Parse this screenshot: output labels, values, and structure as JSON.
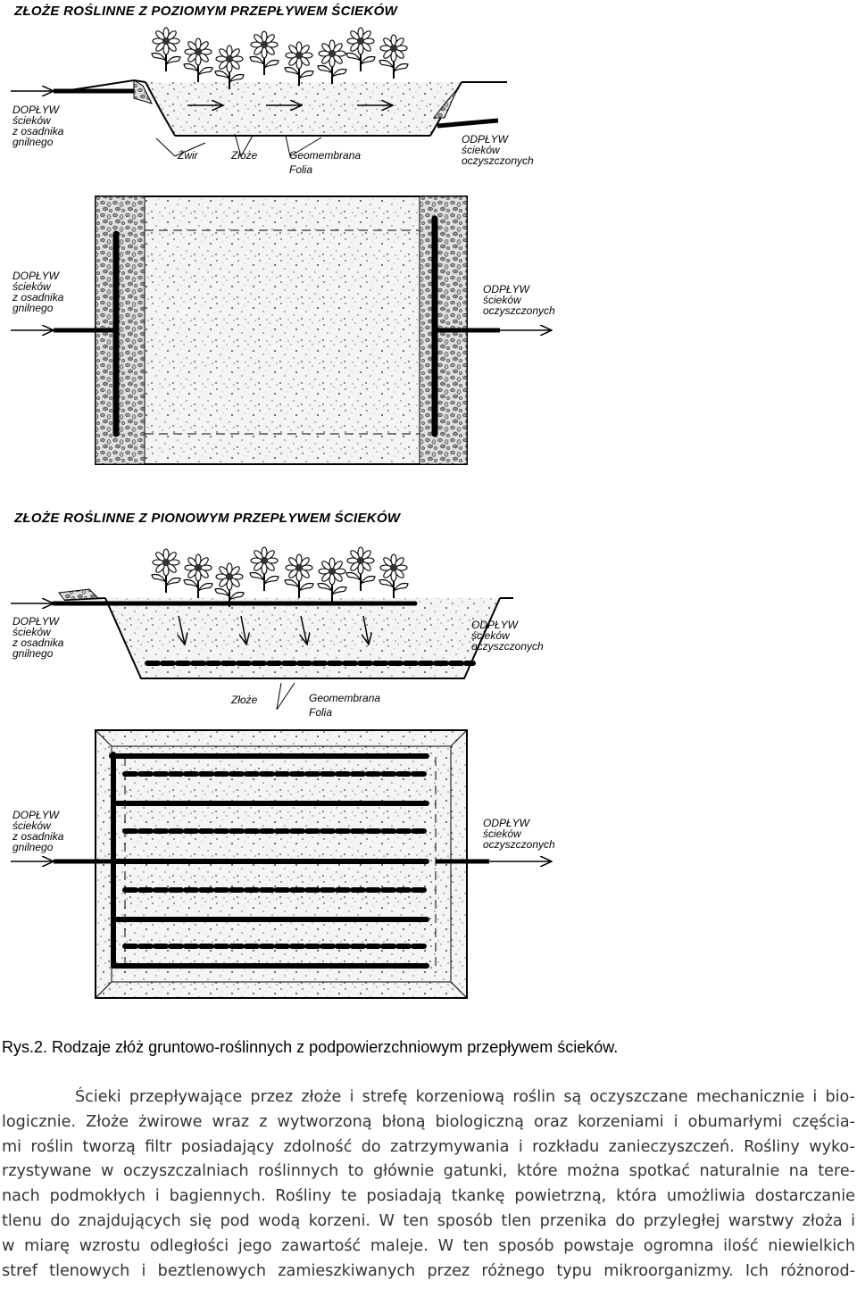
{
  "figure1": {
    "title": "ZŁOŻE ROŚLINNE Z POZIOMYM PRZEPŁYWEM ŚCIEKÓW",
    "inflow_section": [
      "DOPŁYW",
      "ścieków",
      "z osadnika",
      "gnilnego"
    ],
    "outflow_section": [
      "ODPŁYW",
      "ścieków",
      "oczyszczonych"
    ],
    "inflow_plan": [
      "DOPŁYW",
      "ścieków",
      "z osadnika",
      "gnilnego"
    ],
    "outflow_plan": [
      "ODPŁYW",
      "ścieków",
      "oczyszczonych"
    ],
    "label_zwir": "Żwir",
    "label_zloze": "Złoże",
    "label_geomembrana": "Geomembrana",
    "label_folia": "Folia"
  },
  "figure2": {
    "title": "ZŁOŻE ROŚLINNE Z PIONOWYM PRZEPŁYWEM ŚCIEKÓW",
    "inflow_section": [
      "DOPŁYW",
      "ścieków",
      "z osadnika",
      "gnilnego"
    ],
    "outflow_section": [
      "ODPŁYW",
      "ścieków",
      "oczyszczonych"
    ],
    "inflow_plan": [
      "DOPŁYW",
      "ścieków",
      "z osadnika",
      "gnilnego"
    ],
    "outflow_plan": [
      "ODPŁYW",
      "ścieków",
      "oczyszczonych"
    ],
    "label_zloze": "Złoże",
    "label_geomembrana": "Geomembrana",
    "label_folia": "Folia"
  },
  "caption": "Rys.2. Rodzaje złóż gruntowo-roślinnych z podpowierzchniowym przepływem ścieków.",
  "paragraph_lines": [
    "Ścieki przepływające przez złoże i strefę korzeniową roślin są oczyszczane mechanicznie i bio-",
    "logicznie. Złoże żwirowe wraz z wytworzoną błoną biologiczną oraz korzeniami i obumarłymi częścia-",
    "mi roślin tworzą filtr posiadający zdolność do zatrzymywania i rozkładu zanieczyszczeń. Rośliny wyko-",
    "rzystywane w oczyszczalniach roślinnych to głównie gatunki, które można spotkać naturalnie na tere-",
    "nach podmokłych i bagiennych. Rośliny te posiadają tkankę powietrzną, która umożliwia dostarczanie",
    "tlenu do znajdujących się pod wodą korzeni. W ten sposób tlen przenika do przyległej warstwy złoża i",
    "w miarę wzrostu odległości jego zawartość maleje. W ten sposób powstaje ogromna ilość niewielkich",
    "stref tlenowych i beztlenowych zamieszkiwanych przez różnego typu mikroorganizmy. Ich różnorod-"
  ]
}
